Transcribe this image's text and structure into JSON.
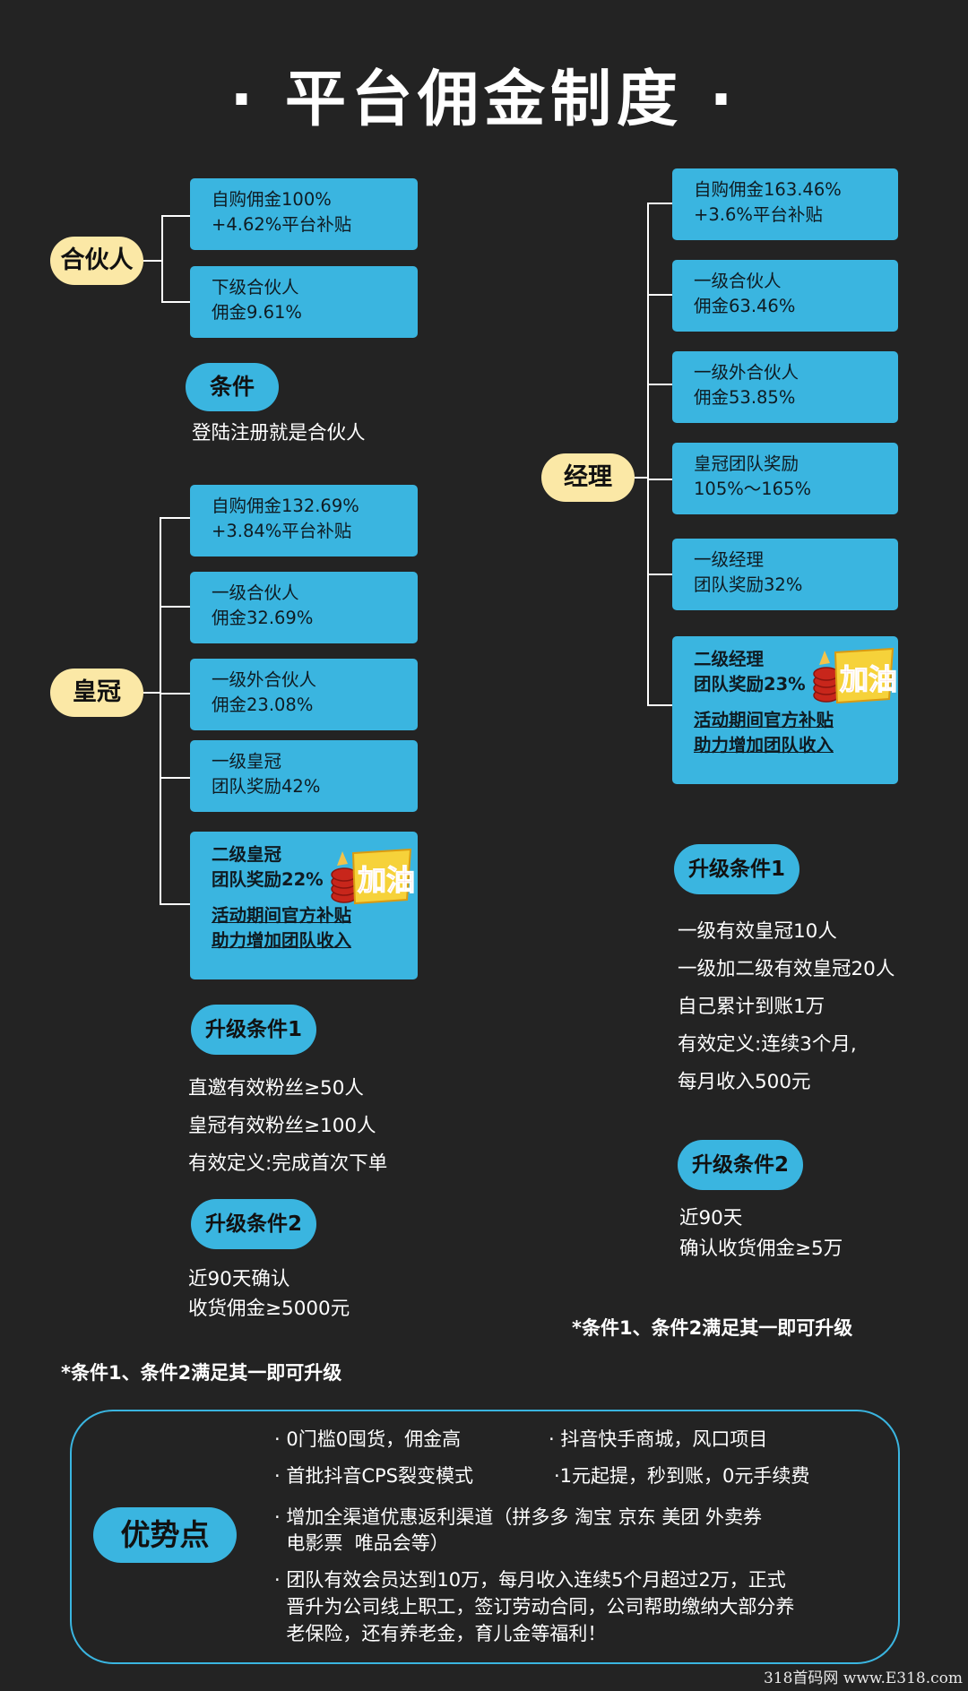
{
  "title": "· 平台佣金制度 ·",
  "partner": {
    "label": "合伙人",
    "boxes": [
      [
        "自购佣金100%",
        "+4.62%平台补贴"
      ],
      [
        "下级合伙人",
        "佣金9.61%"
      ]
    ],
    "condition_label": "条件",
    "condition_text": "登陆注册就是合伙人"
  },
  "crown": {
    "label": "皇冠",
    "boxes": [
      [
        "自购佣金132.69%",
        "+3.84%平台补贴"
      ],
      [
        "一级合伙人",
        "佣金32.69%"
      ],
      [
        "一级外合伙人",
        "佣金23.08%"
      ],
      [
        "一级皇冠",
        "团队奖励42%"
      ]
    ],
    "special": [
      "二级皇冠",
      "团队奖励22%",
      "活动期间官方补贴",
      "助力增加团队收入"
    ],
    "badge_text": "加油",
    "up1_label": "升级条件1",
    "up1_lines": [
      "直邀有效粉丝≥50人",
      "皇冠有效粉丝≥100人",
      "有效定义:完成首次下单"
    ],
    "up2_label": "升级条件2",
    "up2_lines": [
      "近90天确认",
      "收货佣金≥5000元"
    ],
    "note": "*条件1、条件2满足其一即可升级"
  },
  "manager": {
    "label": "经理",
    "boxes": [
      [
        "自购佣金163.46%",
        "+3.6%平台补贴"
      ],
      [
        "一级合伙人",
        "佣金63.46%"
      ],
      [
        "一级外合伙人",
        "佣金53.85%"
      ],
      [
        "皇冠团队奖励",
        "105%～165%"
      ],
      [
        "一级经理",
        "团队奖励32%"
      ]
    ],
    "special": [
      "二级经理",
      "团队奖励23%",
      "活动期间官方补贴",
      "助力增加团队收入"
    ],
    "badge_text": "加油",
    "up1_label": "升级条件1",
    "up1_lines": [
      "一级有效皇冠10人",
      "一级加二级有效皇冠20人",
      "自己累计到账1万",
      "有效定义:连续3个月,",
      "每月收入500元"
    ],
    "up2_label": "升级条件2",
    "up2_lines": [
      "近90天",
      "确认收货佣金≥5万"
    ],
    "note": "*条件1、条件2满足其一即可升级"
  },
  "advantages": {
    "label": "优势点",
    "items": [
      "· 0门槛0囤货，佣金高",
      "· 抖音快手商城，风口项目",
      "· 首批抖音CPS裂变模式",
      "·1元起提，秒到账，0元手续费",
      "· 增加全渠道优惠返利渠道（拼多多 淘宝  京东  美团  外卖券",
      "  电影票  唯品会等）",
      "· 团队有效会员达到10万，每月收入连续5个月超过2万，正式",
      "  晋升为公司线上职工，签订劳动合同，公司帮助缴纳大部分养",
      "  老保险，还有养老金，育儿金等福利！"
    ]
  },
  "watermark": "318首码网  www.E318.com",
  "colors": {
    "background": "#232323",
    "box": "#3ab5e0",
    "pill": "#fbe8a6",
    "badge": "#e53a26"
  }
}
